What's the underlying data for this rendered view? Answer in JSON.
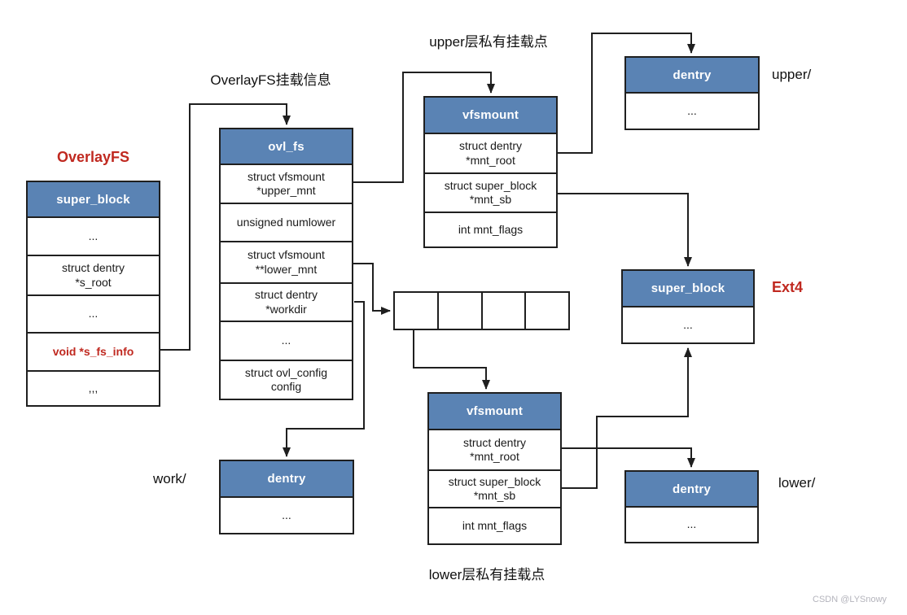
{
  "diagram": {
    "labels": {
      "upper_mount_point": "upper层私有挂载点",
      "overlayfs_mount_info": "OverlayFS挂载信息",
      "overlayfs_title": "OverlayFS",
      "ext4_title": "Ext4",
      "upper_dir": "upper/",
      "lower_dir": "lower/",
      "work_dir": "work/",
      "lower_mount_point": "lower层私有挂载点"
    },
    "boxes": {
      "overlayfs_super_block": {
        "title": "super_block",
        "rows": [
          "...",
          "struct dentry\n*s_root",
          "...",
          "void *s_fs_info",
          ",,,"
        ]
      },
      "ovl_fs": {
        "title": "ovl_fs",
        "rows": [
          "struct vfsmount\n*upper_mnt",
          "unsigned numlower",
          "struct vfsmount\n**lower_mnt",
          "struct dentry\n*workdir",
          "...",
          "struct ovl_config\nconfig"
        ]
      },
      "upper_vfsmount": {
        "title": "vfsmount",
        "rows": [
          "struct dentry\n*mnt_root",
          "struct super_block\n*mnt_sb",
          "int mnt_flags"
        ]
      },
      "lower_vfsmount": {
        "title": "vfsmount",
        "rows": [
          "struct dentry\n*mnt_root",
          "struct super_block\n*mnt_sb",
          "int mnt_flags"
        ]
      },
      "upper_dentry": {
        "title": "dentry",
        "rows": [
          "..."
        ]
      },
      "ext4_super_block": {
        "title": "super_block",
        "rows": [
          "..."
        ]
      },
      "lower_dentry": {
        "title": "dentry",
        "rows": [
          "..."
        ]
      },
      "work_dentry": {
        "title": "dentry",
        "rows": [
          "..."
        ]
      }
    },
    "colors": {
      "header_blue": "#5A83B4",
      "accent_red": "#C02920",
      "line": "#1f1f1f"
    },
    "watermark": "CSDN @LYSnowy"
  }
}
